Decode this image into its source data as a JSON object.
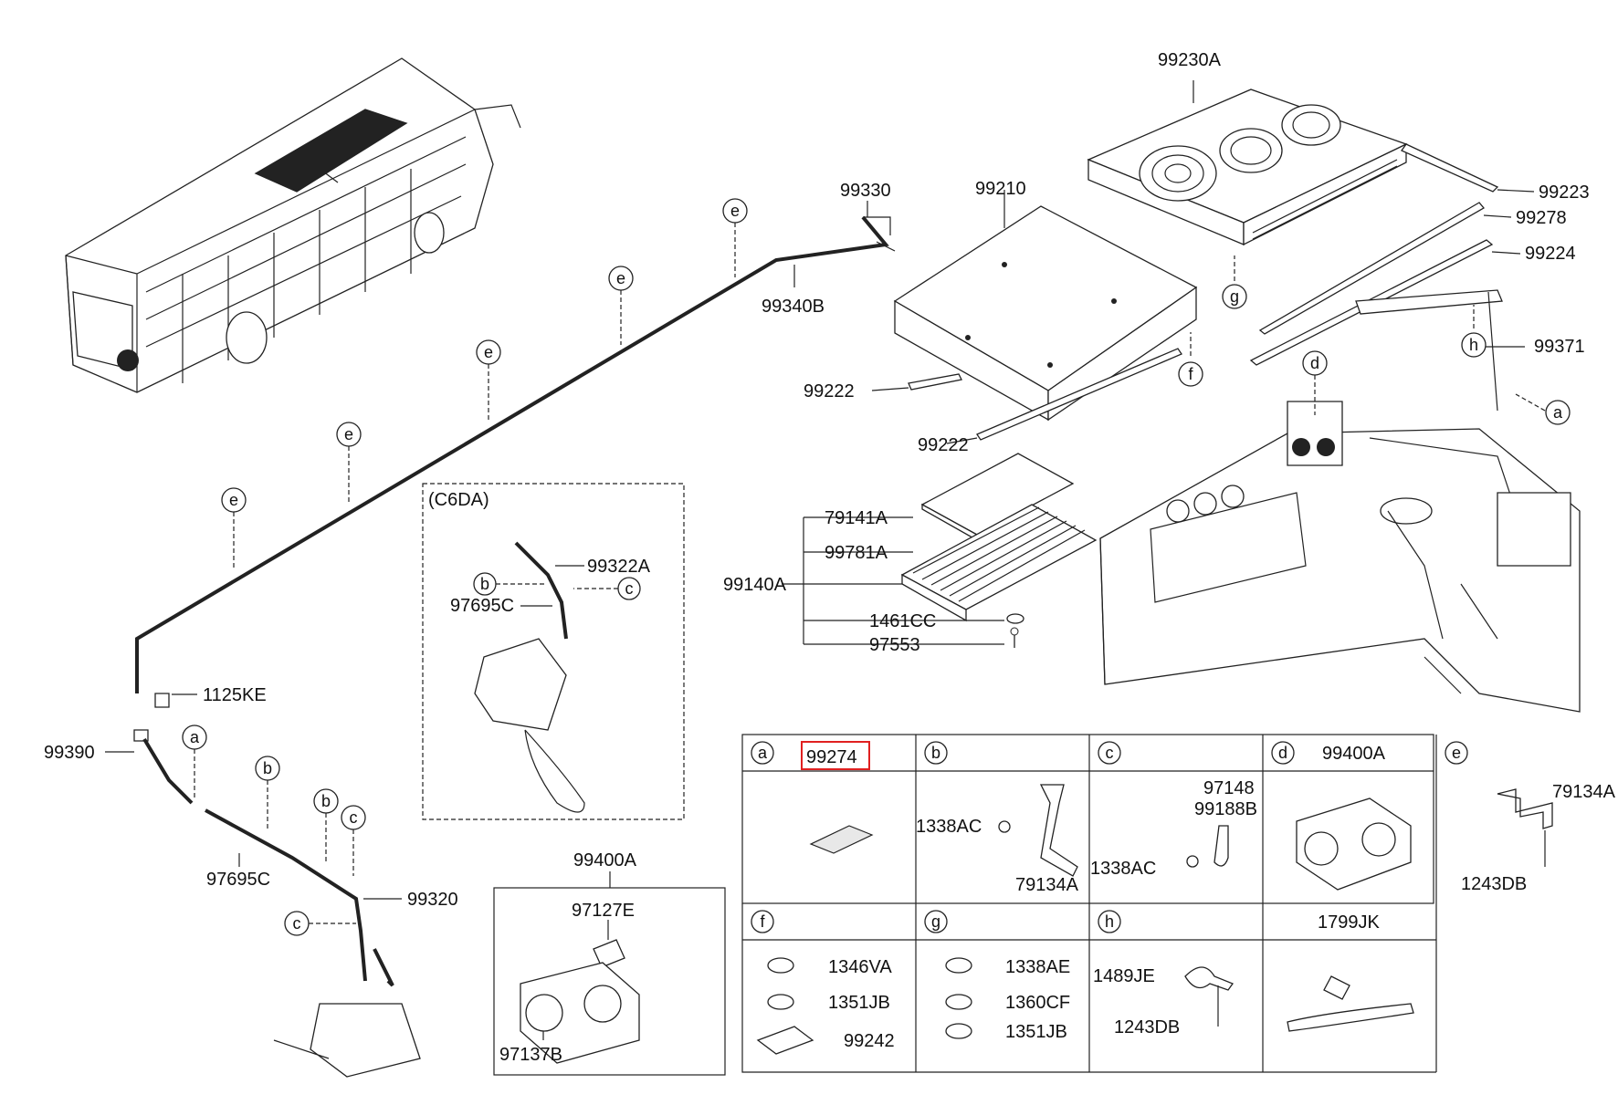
{
  "accent": {
    "highlight": "#e02020",
    "line": "#222222"
  },
  "labels": {
    "p99230A": "99230A",
    "p99223": "99223",
    "p99278": "99278",
    "p99224": "99224",
    "p99210": "99210",
    "p99330": "99330",
    "p99340B": "99340B",
    "p99222a": "99222",
    "p99222b": "99222",
    "p99371": "99371",
    "p79141A": "79141A",
    "p99781A": "99781A",
    "p99140A": "99140A",
    "p1461CC": "1461CC",
    "p97553": "97553",
    "c6da": "(C6DA)",
    "p99322A": "99322A",
    "p97695C_inset": "97695C",
    "p1125KE": "1125KE",
    "p99390": "99390",
    "p97695C": "97695C",
    "p99320": "99320",
    "p99400A_box": "99400A",
    "p97127E": "97127E",
    "p97137B": "97137B"
  },
  "callouts": {
    "a": "a",
    "b": "b",
    "c": "c",
    "d": "d",
    "e": "e",
    "f": "f",
    "g": "g",
    "h": "h"
  },
  "table": {
    "row1": {
      "a": {
        "letter": "a",
        "part": "99274"
      },
      "b": {
        "letter": "b",
        "p1": "1338AC",
        "p2": "79134A"
      },
      "c": {
        "letter": "c",
        "p1": "97148",
        "p2": "99188B",
        "p3": "1338AC"
      },
      "d": {
        "letter": "d",
        "part": "99400A"
      },
      "e": {
        "letter": "e",
        "p1": "79134A",
        "p2": "1243DB"
      }
    },
    "row2": {
      "f": {
        "letter": "f",
        "p1": "1346VA",
        "p2": "1351JB",
        "p3": "99242"
      },
      "g": {
        "letter": "g",
        "p1": "1338AE",
        "p2": "1360CF",
        "p3": "1351JB"
      },
      "h": {
        "letter": "h",
        "p1": "1489JE",
        "p2": "1243DB"
      },
      "j": {
        "part": "1799JK"
      }
    }
  }
}
